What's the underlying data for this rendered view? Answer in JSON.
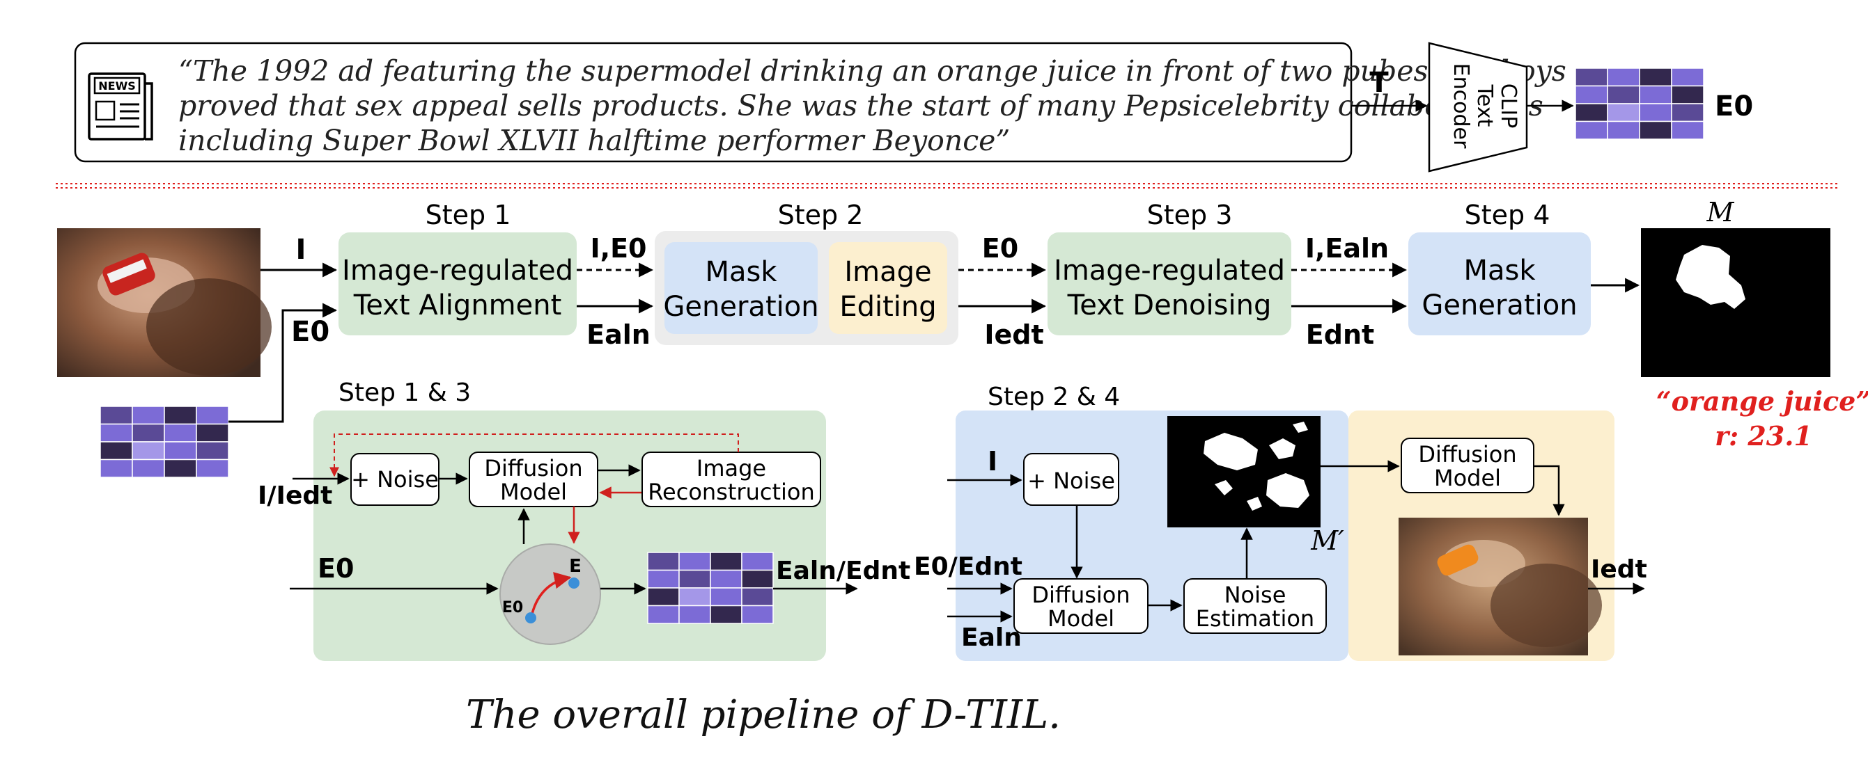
{
  "header": {
    "quote_lines": [
      "“The 1992 ad featuring the supermodel drinking an orange juice in front of two pubescent boys",
      "proved that sex appeal sells products. She was the start of many Pepsicelebrity collaborations",
      "including Super Bowl XLVII halftime performer Beyonce”"
    ],
    "news_icon_label": "NEWS",
    "text_token": "T",
    "encoder_lines": [
      "CLIP",
      "Text",
      "Encoder"
    ],
    "embedding_label": "E0"
  },
  "steps": {
    "step1": {
      "title": "Step 1",
      "lines": [
        "Image-regulated",
        "Text Alignment"
      ]
    },
    "step2": {
      "title": "Step 2",
      "mask_lines": [
        "Mask",
        "Generation"
      ],
      "edit_lines": [
        "Image",
        "Editing"
      ]
    },
    "step3": {
      "title": "Step 3",
      "lines": [
        "Image-regulated",
        "Text Denoising"
      ]
    },
    "step4": {
      "title": "Step 4",
      "lines": [
        "Mask",
        "Generation"
      ]
    }
  },
  "pipeline_labels": {
    "in_I": "I",
    "in_E0": "E0",
    "s1_to_s2_top": "I,E0",
    "s1_to_s2_bottom": "Ealn",
    "s2_to_s3_top": "E0",
    "s2_to_s3_bottom": "Iedt",
    "s3_to_s4_top": "I,Ealn",
    "s3_to_s4_bottom": "Ednt",
    "mask_symbol": "M"
  },
  "result": {
    "phrase": "“orange juice”",
    "score": "r: 23.1"
  },
  "detail13": {
    "title": "Step 1 & 3",
    "noise": "+ Noise",
    "diffusion": [
      "Diffusion",
      "Model"
    ],
    "recon": [
      "Image",
      "Reconstruction"
    ],
    "input_img": "I/Iedt",
    "input_emb": "E0",
    "circle_E": "E",
    "circle_E0": "E0",
    "output": "Ealn/Ednt"
  },
  "detail24": {
    "title": "Step 2 & 4",
    "input_I": "I",
    "noise": "+ Noise",
    "input_emb1": "E0/Ednt",
    "input_emb2": "Ealn",
    "diffusion": [
      "Diffusion",
      "Model"
    ],
    "noise_est": [
      "Noise",
      "Estimation"
    ],
    "mask_prime": "M′",
    "diffusion2": [
      "Diffusion",
      "Model"
    ],
    "output": "Iedt"
  },
  "caption": "The overall pipeline of D-TIIL.",
  "colors": {
    "green": "#d5e8d4",
    "blue": "#d4e3f7",
    "yellow": "#fcefcf",
    "grey": "#ececec",
    "red": "#e0201e",
    "grid_dark": "#33284e",
    "grid_mid": "#5a4a96",
    "grid_violet": "#7c6bd6",
    "grid_light": "#a497e8"
  }
}
